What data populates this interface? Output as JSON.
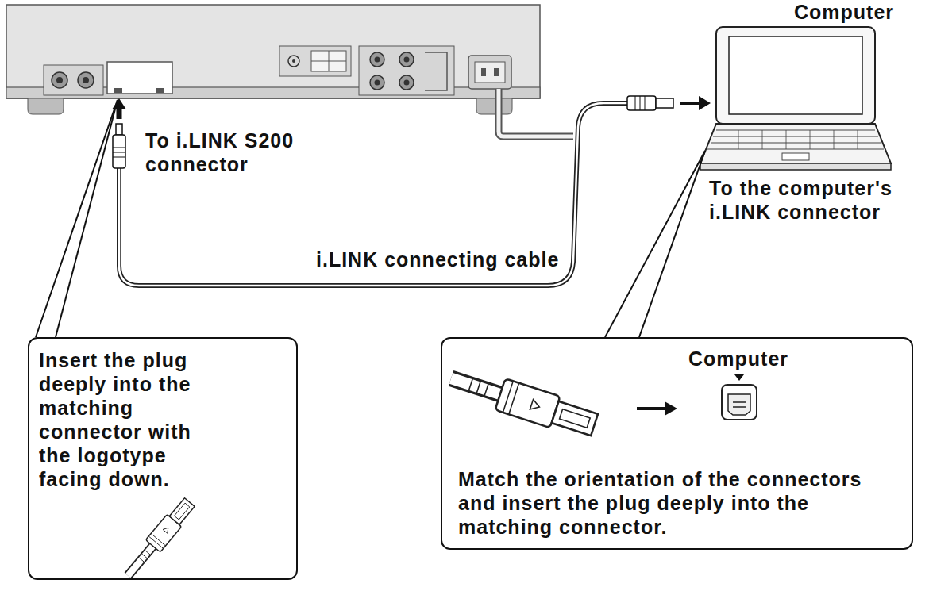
{
  "diagram": {
    "nodes": [
      {
        "text": [
          "Insert the plug deeply into the matching connector with the logotype facing down."
        ]
      },
      {
        "text": [
          "Computer",
          "Match the orientation of the connectors and insert the plug deeply into the matching connector."
        ]
      }
    ],
    "labels": [
      "Computer",
      "To i.LINK S200 connector",
      "To the computer's i.LINK connector",
      "i.LINK connecting cable"
    ]
  }
}
